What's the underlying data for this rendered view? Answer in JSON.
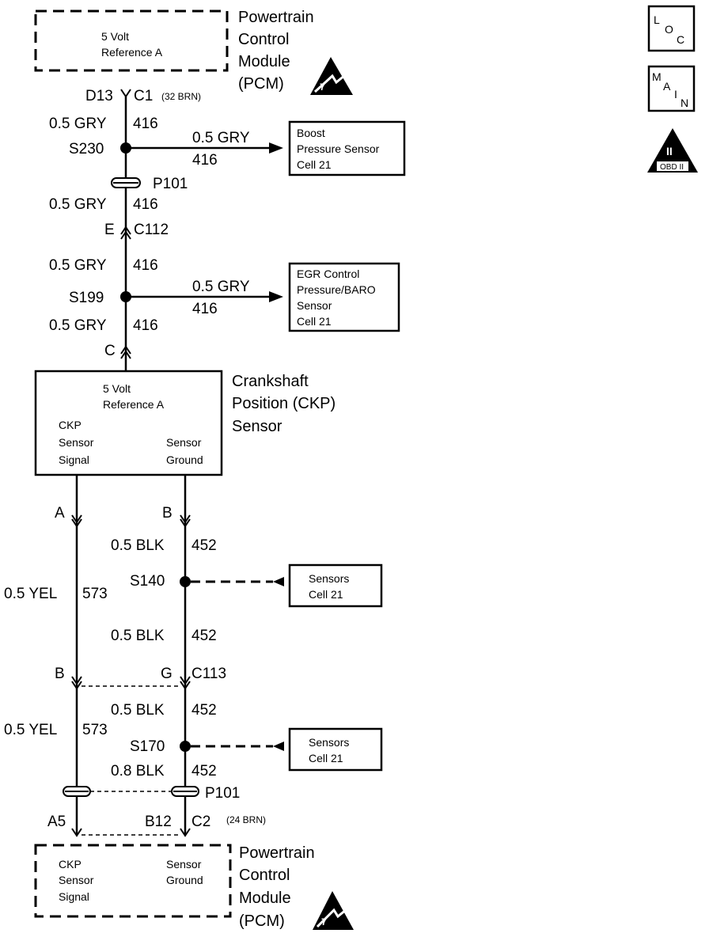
{
  "pcm_top": {
    "title_lines": [
      "Powertrain",
      "Control",
      "Module",
      "(PCM)"
    ],
    "inner_lines": [
      "5 Volt",
      "Reference A"
    ],
    "pin": "D13",
    "connector": "C1",
    "connector_note": "(32 BRN)"
  },
  "top_wires": {
    "w1": {
      "color": "0.5 GRY",
      "circuit": "416"
    },
    "w2": {
      "color": "0.5 GRY",
      "circuit": "416"
    },
    "w3": {
      "color": "0.5 GRY",
      "circuit": "416"
    },
    "w4": {
      "color": "0.5 GRY",
      "circuit": "416"
    }
  },
  "splices": {
    "s230": "S230",
    "s199": "S199",
    "s140": "S140",
    "s170": "S170"
  },
  "branch_boost": {
    "wire_color": "0.5 GRY",
    "circuit": "416",
    "box_lines": [
      "Boost",
      "Pressure Sensor",
      "Cell 21"
    ]
  },
  "branch_egr": {
    "wire_color": "0.5 GRY",
    "circuit": "416",
    "box_lines": [
      "EGR Control",
      "Pressure/BARO",
      "Sensor",
      "Cell 21"
    ]
  },
  "connectors": {
    "p101_top": "P101",
    "c112_pin": "E",
    "c112": "C112",
    "c_pin": "C",
    "a_pin": "A",
    "b_pin": "B",
    "c113_left_pin": "B",
    "c113_right_pin": "G",
    "c113": "C113",
    "p101_bottom": "P101",
    "pcm_left_pin": "A5",
    "pcm_right_pin": "B12",
    "c2": "C2",
    "c2_note": "(24 BRN)"
  },
  "ckp": {
    "title_lines": [
      "Crankshaft",
      "Position (CKP)",
      "Sensor"
    ],
    "ref_lines": [
      "5 Volt",
      "Reference A"
    ],
    "left_lines": [
      "CKP",
      "Sensor",
      "Signal"
    ],
    "right_lines": [
      "Sensor",
      "Ground"
    ]
  },
  "lower_wires": {
    "yel1": {
      "color": "0.5 YEL",
      "circuit": "573"
    },
    "yel2": {
      "color": "0.5 YEL",
      "circuit": "573"
    },
    "blk1": {
      "color": "0.5 BLK",
      "circuit": "452"
    },
    "blk2": {
      "color": "0.5 BLK",
      "circuit": "452"
    },
    "blk3": {
      "color": "0.5 BLK",
      "circuit": "452"
    },
    "blk4": {
      "color": "0.8 BLK",
      "circuit": "452"
    }
  },
  "sensors_boxes": {
    "upper": [
      "Sensors",
      "Cell 21"
    ],
    "lower": [
      "Sensors",
      "Cell 21"
    ]
  },
  "pcm_bottom": {
    "title_lines": [
      "Powertrain",
      "Control",
      "Module",
      "(PCM)"
    ],
    "left_lines": [
      "CKP",
      "Sensor",
      "Signal"
    ],
    "right_lines": [
      "Sensor",
      "Ground"
    ]
  },
  "side_icons": {
    "loc": [
      "L",
      "O",
      "C"
    ],
    "main": [
      "M",
      "A",
      "I",
      "N"
    ],
    "obd": [
      "II",
      "OBD II"
    ]
  }
}
